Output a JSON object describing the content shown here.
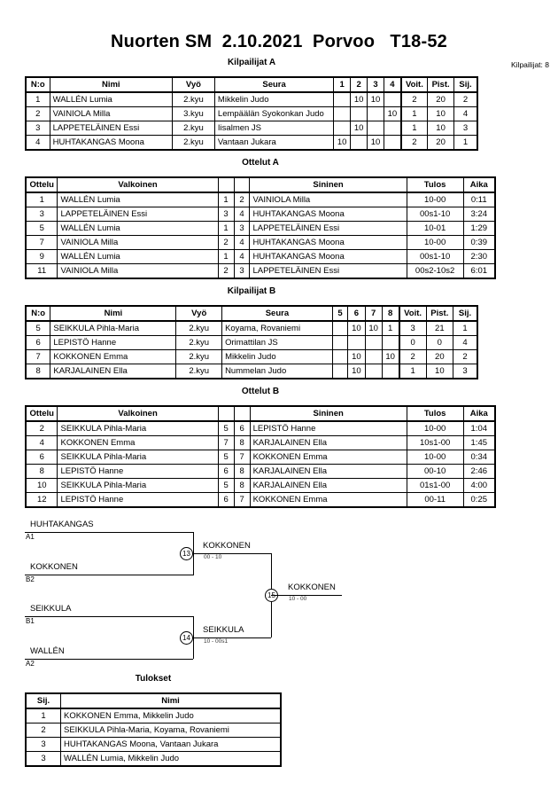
{
  "title": "Nuorten SM  2.10.2021  Porvoo   T18-52",
  "entrants_label": "Kilpailijat: 8",
  "pool_a": {
    "caption": "Kilpailijat A",
    "headers": [
      "N:o",
      "Nimi",
      "Vyö",
      "Seura",
      "1",
      "2",
      "3",
      "4",
      "Voit.",
      "Pist.",
      "Sij."
    ],
    "rows": [
      {
        "no": "1",
        "name": "WALLÉN Lumia",
        "belt": "2.kyu",
        "club": "Mikkelin Judo",
        "m": [
          "",
          "10",
          "10",
          ""
        ],
        "wins": "2",
        "points": "20",
        "rank": "2"
      },
      {
        "no": "2",
        "name": "VAINIOLA Milla",
        "belt": "3.kyu",
        "club": "Lempäälän Syokonkan Judo",
        "m": [
          "",
          "",
          "",
          "10"
        ],
        "wins": "1",
        "points": "10",
        "rank": "4"
      },
      {
        "no": "3",
        "name": "LAPPETELÄINEN Essi",
        "belt": "2.kyu",
        "club": "Iisalmen JS",
        "m": [
          "",
          "10",
          "",
          ""
        ],
        "wins": "1",
        "points": "10",
        "rank": "3"
      },
      {
        "no": "4",
        "name": "HUHTAKANGAS Moona",
        "belt": "2.kyu",
        "club": "Vantaan Jukara",
        "m": [
          "10",
          "",
          "10",
          ""
        ],
        "wins": "2",
        "points": "20",
        "rank": "1"
      }
    ]
  },
  "matches_a": {
    "caption": "Ottelut A",
    "headers": [
      "Ottelu",
      "Valkoinen",
      "",
      "",
      "Sininen",
      "Tulos",
      "Aika"
    ],
    "rows": [
      {
        "no": "1",
        "white": "WALLÉN Lumia",
        "wn": "1",
        "bn": "2",
        "blue": "VAINIOLA Milla",
        "result": "10-00",
        "time": "0:11"
      },
      {
        "no": "3",
        "white": "LAPPETELÄINEN Essi",
        "wn": "3",
        "bn": "4",
        "blue": "HUHTAKANGAS Moona",
        "result": "00s1-10",
        "time": "3:24"
      },
      {
        "no": "5",
        "white": "WALLÉN Lumia",
        "wn": "1",
        "bn": "3",
        "blue": "LAPPETELÄINEN Essi",
        "result": "10-01",
        "time": "1:29"
      },
      {
        "no": "7",
        "white": "VAINIOLA Milla",
        "wn": "2",
        "bn": "4",
        "blue": "HUHTAKANGAS Moona",
        "result": "10-00",
        "time": "0:39"
      },
      {
        "no": "9",
        "white": "WALLÉN Lumia",
        "wn": "1",
        "bn": "4",
        "blue": "HUHTAKANGAS Moona",
        "result": "00s1-10",
        "time": "2:30"
      },
      {
        "no": "11",
        "white": "VAINIOLA Milla",
        "wn": "2",
        "bn": "3",
        "blue": "LAPPETELÄINEN Essi",
        "result": "00s2-10s2",
        "time": "6:01"
      }
    ]
  },
  "pool_b": {
    "caption": "Kilpailijat B",
    "headers": [
      "N:o",
      "Nimi",
      "Vyö",
      "Seura",
      "5",
      "6",
      "7",
      "8",
      "Voit.",
      "Pist.",
      "Sij."
    ],
    "rows": [
      {
        "no": "5",
        "name": "SEIKKULA Pihla-Maria",
        "belt": "2.kyu",
        "club": "Koyama, Rovaniemi",
        "m": [
          "",
          "10",
          "10",
          "1"
        ],
        "wins": "3",
        "points": "21",
        "rank": "1"
      },
      {
        "no": "6",
        "name": "LEPISTÖ Hanne",
        "belt": "2.kyu",
        "club": "Orimattilan JS",
        "m": [
          "",
          "",
          "",
          ""
        ],
        "wins": "0",
        "points": "0",
        "rank": "4"
      },
      {
        "no": "7",
        "name": "KOKKONEN Emma",
        "belt": "2.kyu",
        "club": "Mikkelin Judo",
        "m": [
          "",
          "10",
          "",
          "10"
        ],
        "wins": "2",
        "points": "20",
        "rank": "2"
      },
      {
        "no": "8",
        "name": "KARJALAINEN Ella",
        "belt": "2.kyu",
        "club": "Nummelan Judo",
        "m": [
          "",
          "10",
          "",
          ""
        ],
        "wins": "1",
        "points": "10",
        "rank": "3"
      }
    ]
  },
  "matches_b": {
    "caption": "Ottelut B",
    "headers": [
      "Ottelu",
      "Valkoinen",
      "",
      "",
      "Sininen",
      "Tulos",
      "Aika"
    ],
    "rows": [
      {
        "no": "2",
        "white": "SEIKKULA Pihla-Maria",
        "wn": "5",
        "bn": "6",
        "blue": "LEPISTÖ Hanne",
        "result": "10-00",
        "time": "1:04"
      },
      {
        "no": "4",
        "white": "KOKKONEN Emma",
        "wn": "7",
        "bn": "8",
        "blue": "KARJALAINEN Ella",
        "result": "10s1-00",
        "time": "1:45"
      },
      {
        "no": "6",
        "white": "SEIKKULA Pihla-Maria",
        "wn": "5",
        "bn": "7",
        "blue": "KOKKONEN Emma",
        "result": "10-00",
        "time": "0:34"
      },
      {
        "no": "8",
        "white": "LEPISTÖ Hanne",
        "wn": "6",
        "bn": "8",
        "blue": "KARJALAINEN Ella",
        "result": "00-10",
        "time": "2:46"
      },
      {
        "no": "10",
        "white": "SEIKKULA Pihla-Maria",
        "wn": "5",
        "bn": "8",
        "blue": "KARJALAINEN Ella",
        "result": "01s1-00",
        "time": "4:00"
      },
      {
        "no": "12",
        "white": "LEPISTÖ Hanne",
        "wn": "6",
        "bn": "7",
        "blue": "KOKKONEN Emma",
        "result": "00-11",
        "time": "0:25"
      }
    ]
  },
  "bracket": {
    "entries": [
      {
        "name": "HUHTAKANGAS",
        "seed": "A1"
      },
      {
        "name": "KOKKONEN",
        "seed": "B2"
      },
      {
        "name": "SEIKKULA",
        "seed": "B1"
      },
      {
        "name": "WALLÉN",
        "seed": "A2"
      }
    ],
    "semifinals": [
      {
        "number": "13",
        "winner": "KOKKONEN",
        "score": "00 - 10"
      },
      {
        "number": "14",
        "winner": "SEIKKULA",
        "score": "10 - 00s1"
      }
    ],
    "final": {
      "number": "15",
      "winner": "KOKKONEN",
      "score": "10 - 00"
    }
  },
  "results": {
    "caption": "Tulokset",
    "headers": [
      "Sij.",
      "Nimi"
    ],
    "rows": [
      {
        "rank": "1",
        "name": "KOKKONEN Emma, Mikkelin Judo"
      },
      {
        "rank": "2",
        "name": "SEIKKULA Pihla-Maria, Koyama, Rovaniemi"
      },
      {
        "rank": "3",
        "name": "HUHTAKANGAS Moona, Vantaan Jukara"
      },
      {
        "rank": "3",
        "name": "WALLÉN Lumia, Mikkelin Judo"
      }
    ]
  }
}
